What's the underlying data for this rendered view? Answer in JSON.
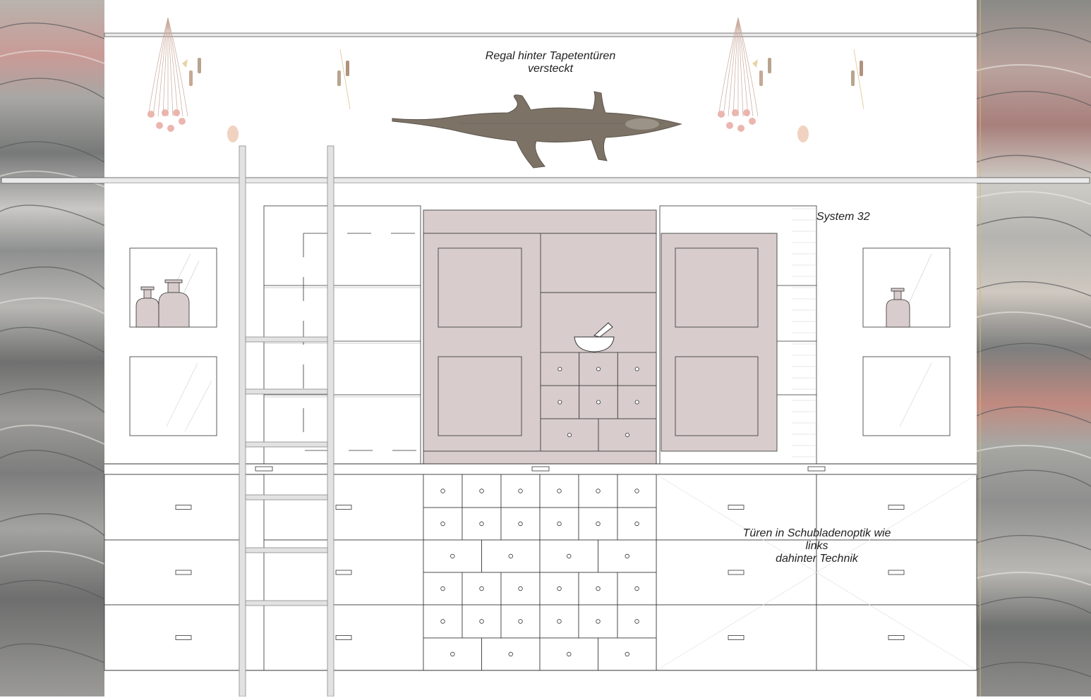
{
  "annotations": {
    "top_note_line1": "Regal hinter Tapetentüren",
    "top_note_line2": "versteckt",
    "system_label": "System 32",
    "right_note_line1": "Türen in Schubladenoptik wie",
    "right_note_line2": "links",
    "right_note_line3": "dahinter Technik"
  },
  "colors": {
    "door_fill": "#d8cccc",
    "door_stroke": "#444444",
    "ladder": "#e2e2e2",
    "ladder_stroke": "#8a8a8a",
    "wall_stone": "#8f8f8f",
    "crocodile": "#7d7266",
    "plant_pink": "#e8a9a2"
  },
  "icons": {
    "crocodile": "crocodile-icon",
    "mortar": "mortar-and-pestle-icon",
    "bottle": "apothecary-bottle-icon",
    "plant": "dried-flowers-icon"
  }
}
